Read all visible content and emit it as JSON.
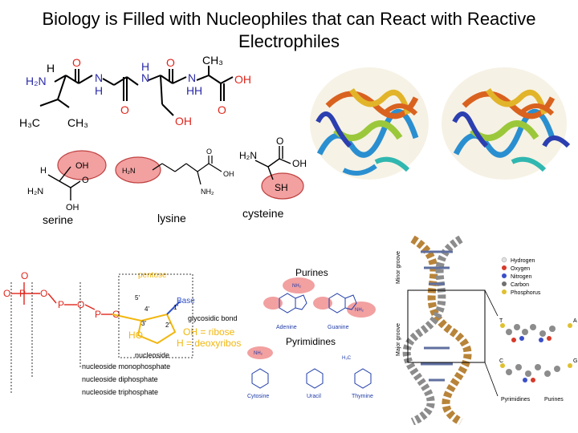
{
  "slide": {
    "title": "Biology is Filled with Nucleophiles that can React with Reactive Electrophiles"
  },
  "peptide": {
    "labels": {
      "h2n": "H₂N",
      "h": "H",
      "o1": "O",
      "n1": "N",
      "h_n1": "H",
      "n2": "N",
      "h_n2": "H",
      "o2": "O",
      "o3": "O",
      "h_c": "H",
      "h3c": "H₃C",
      "ch3_left": "CH₃",
      "ch3_top": "CH₃",
      "n3": "N",
      "h_n3": "H",
      "h_n3b": "H",
      "oh_end": "OH",
      "o_end": "O",
      "oh_side": "OH"
    }
  },
  "amino_acids": [
    {
      "caption": "serine",
      "nuc_label": "OH",
      "h2n": "H₂N",
      "h": "H",
      "oh": "OH",
      "o": "O"
    },
    {
      "caption": "lysine",
      "nuc_label": "H₂N",
      "o": "O",
      "oh": "OH",
      "nh2": "NH₂"
    },
    {
      "caption": "cysteine",
      "nuc_label": "SH",
      "h2n": "H₂N",
      "o": "O",
      "oh": "OH"
    }
  ],
  "nucleotide": {
    "pentose": "pentose",
    "base": "Base",
    "bond": "glycosidic bond",
    "oh_ribose": "OH = ribose",
    "h_deoxy": "H = deoxyribose",
    "ho": "HO",
    "nucleoside": "nucleoside",
    "monophosphate": "nucleoside monophosphate",
    "diphosphate": "nucleoside diphosphate",
    "triphosphate": "nucleoside triphosphate",
    "p": "P",
    "o": "O",
    "pos": [
      "5'",
      "4'",
      "3'",
      "2'",
      "1'"
    ]
  },
  "bases": {
    "purines_title": "Purines",
    "pyrimidines_title": "Pyrimidines",
    "nh2": "NH₂",
    "adenine": "Adenine",
    "guanine": "Guanine",
    "cytosine": "Cytosine",
    "uracil": "Uracil",
    "thymine": "Thymine",
    "h3c": "H₃C"
  },
  "dna": {
    "legend": [
      "Hydrogen",
      "Oxygen",
      "Nitrogen",
      "Carbon",
      "Phosphorus"
    ],
    "legend_colors": [
      "#e0e0e0",
      "#d73a2a",
      "#3a4fc8",
      "#707070",
      "#e0c030"
    ],
    "minor_groove": "Minor groove",
    "major_groove": "Major groove",
    "pyrimidines": "Pyrimidines",
    "purines": "Purines",
    "t": "T",
    "a": "A",
    "c": "C",
    "g": "G"
  },
  "colors": {
    "oxygen": "#e0261d",
    "nitrogen": "#2b2ba8",
    "highlight": "#f2a0a0",
    "phosphate": "#e0261d",
    "sugar": "#f2b70f",
    "nucleotide_text": "#3050c8",
    "base_blue": "#1f3ba8"
  }
}
